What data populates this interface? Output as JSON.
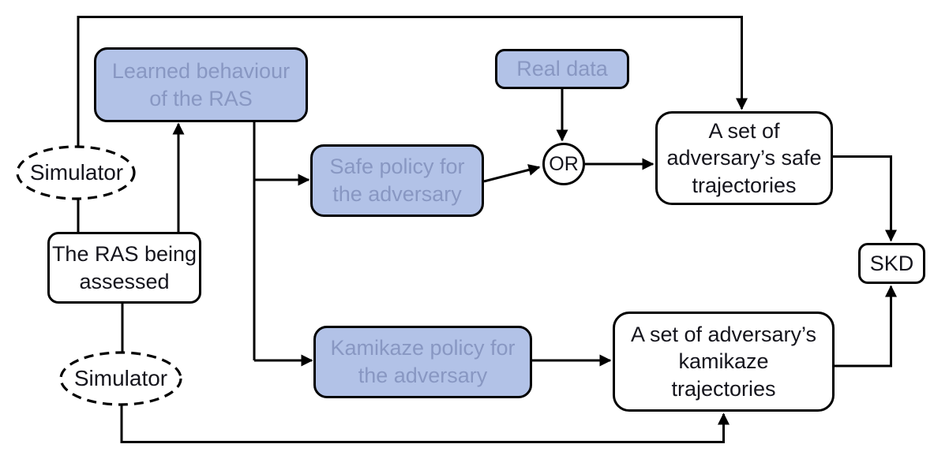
{
  "diagram_title": "RAS assessment flow diagram",
  "colors": {
    "blue_node_fill": "#b2c2e7",
    "blue_node_text": "#8897c2",
    "white_node_fill": "#ffffff",
    "dark_text": "#14141c",
    "line": "#000000"
  },
  "nodes": {
    "simulator_top": "Simulator",
    "simulator_bottom": "Simulator",
    "learned_behaviour": "Learned behaviour\nof the RAS",
    "ras_assessed": "The RAS being\nassessed",
    "real_data": "Real data",
    "safe_policy": "Safe policy for\nthe adversary",
    "kamikaze_policy": "Kamikaze policy for\nthe adversary",
    "or_gate": "OR",
    "safe_trajectories": "A set of\nadversary’s safe\ntrajectories",
    "kamikaze_trajectories": "A set of adversary’s\nkamikaze\ntrajectories",
    "skd": "SKD"
  }
}
